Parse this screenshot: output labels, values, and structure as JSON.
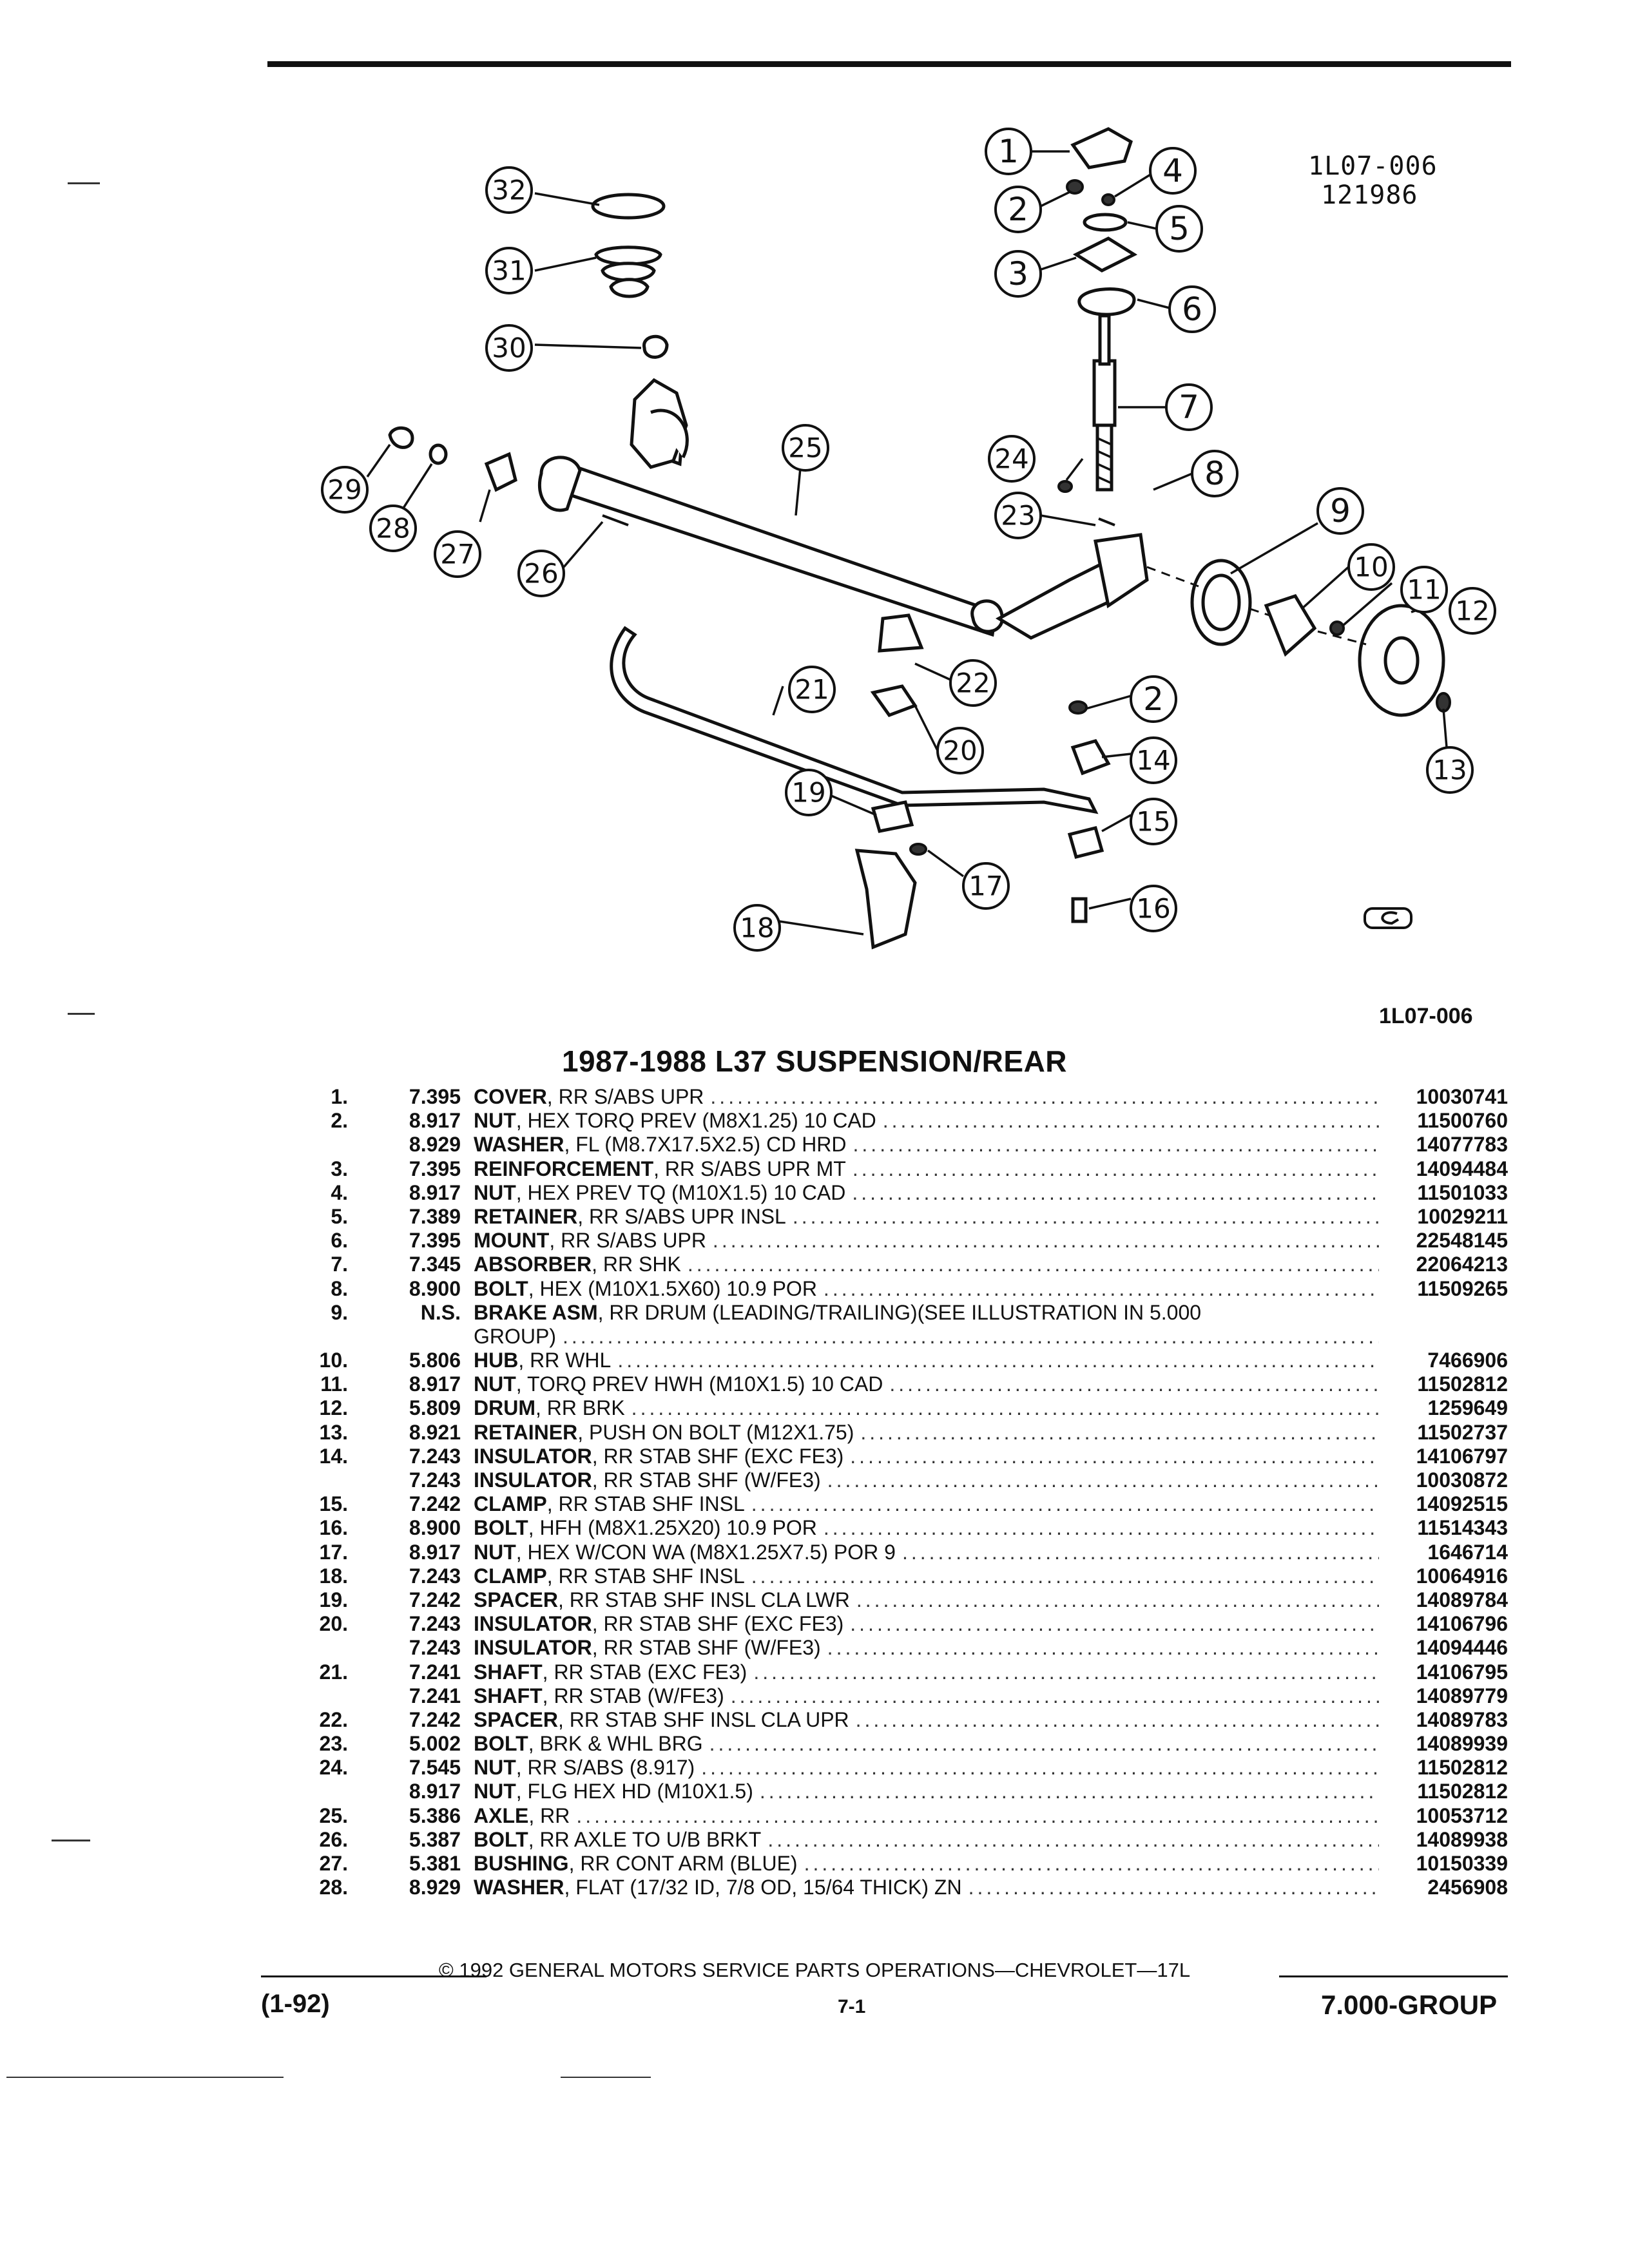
{
  "header": {
    "ref_line1": "1L07-006",
    "ref_line2": "121986",
    "ref_bottom": "1L07-006"
  },
  "diagram": {
    "callouts": [
      "1",
      "2",
      "3",
      "4",
      "5",
      "6",
      "7",
      "8",
      "9",
      "10",
      "11",
      "12",
      "13",
      "14",
      "15",
      "16",
      "17",
      "18",
      "19",
      "20",
      "21",
      "22",
      "23",
      "24",
      "25",
      "26",
      "27",
      "28",
      "29",
      "30",
      "31",
      "32"
    ],
    "second_2": "2"
  },
  "title": "1987-1988 L37 SUSPENSION/REAR",
  "parts": [
    {
      "item": "1.",
      "code": "7.395",
      "name": "COVER",
      "desc": ", RR S/ABS UPR",
      "part_no": "10030741"
    },
    {
      "item": "2.",
      "code": "8.917",
      "name": "NUT",
      "desc": ", HEX TORQ PREV (M8X1.25) 10 CAD",
      "part_no": "11500760"
    },
    {
      "item": "",
      "code": "8.929",
      "name": "WASHER",
      "desc": ", FL (M8.7X17.5X2.5) CD HRD",
      "part_no": "14077783"
    },
    {
      "item": "3.",
      "code": "7.395",
      "name": "REINFORCEMENT",
      "desc": ", RR S/ABS UPR MT",
      "part_no": "14094484"
    },
    {
      "item": "4.",
      "code": "8.917",
      "name": "NUT",
      "desc": ", HEX PREV TQ (M10X1.5) 10 CAD",
      "part_no": "11501033"
    },
    {
      "item": "5.",
      "code": "7.389",
      "name": "RETAINER",
      "desc": ", RR S/ABS UPR INSL",
      "part_no": "10029211"
    },
    {
      "item": "6.",
      "code": "7.395",
      "name": "MOUNT",
      "desc": ", RR S/ABS UPR",
      "part_no": "22548145"
    },
    {
      "item": "7.",
      "code": "7.345",
      "name": "ABSORBER",
      "desc": ", RR SHK",
      "part_no": "22064213"
    },
    {
      "item": "8.",
      "code": "8.900",
      "name": "BOLT",
      "desc": ", HEX (M10X1.5X60) 10.9 POR",
      "part_no": "11509265"
    },
    {
      "item": "9.",
      "code": "N.S.",
      "name": "BRAKE ASM",
      "desc": ", RR DRUM (LEADING/TRAILING)(SEE ILLUSTRATION IN 5.000",
      "part_no": "",
      "nodots": true
    },
    {
      "item": "",
      "code": "",
      "name": "",
      "desc": "GROUP)",
      "part_no": ""
    },
    {
      "item": "10.",
      "code": "5.806",
      "name": "HUB",
      "desc": ", RR WHL",
      "part_no": "7466906"
    },
    {
      "item": "11.",
      "code": "8.917",
      "name": "NUT",
      "desc": ", TORQ PREV HWH (M10X1.5) 10 CAD",
      "part_no": "11502812"
    },
    {
      "item": "12.",
      "code": "5.809",
      "name": "DRUM",
      "desc": ", RR BRK",
      "part_no": "1259649"
    },
    {
      "item": "13.",
      "code": "8.921",
      "name": "RETAINER",
      "desc": ", PUSH ON BOLT (M12X1.75)",
      "part_no": "11502737"
    },
    {
      "item": "14.",
      "code": "7.243",
      "name": "INSULATOR",
      "desc": ", RR STAB SHF (EXC FE3)",
      "part_no": "14106797"
    },
    {
      "item": "",
      "code": "7.243",
      "name": "INSULATOR",
      "desc": ", RR STAB SHF (W/FE3)",
      "part_no": "10030872"
    },
    {
      "item": "15.",
      "code": "7.242",
      "name": "CLAMP",
      "desc": ", RR STAB SHF INSL",
      "part_no": "14092515"
    },
    {
      "item": "16.",
      "code": "8.900",
      "name": "BOLT",
      "desc": ", HFH (M8X1.25X20) 10.9 POR",
      "part_no": "11514343"
    },
    {
      "item": "17.",
      "code": "8.917",
      "name": "NUT",
      "desc": ", HEX W/CON WA (M8X1.25X7.5) POR 9",
      "part_no": "1646714"
    },
    {
      "item": "18.",
      "code": "7.243",
      "name": "CLAMP",
      "desc": ", RR STAB SHF INSL",
      "part_no": "10064916"
    },
    {
      "item": "19.",
      "code": "7.242",
      "name": "SPACER",
      "desc": ", RR STAB SHF INSL CLA LWR",
      "part_no": "14089784"
    },
    {
      "item": "20.",
      "code": "7.243",
      "name": "INSULATOR",
      "desc": ", RR STAB SHF (EXC FE3)",
      "part_no": "14106796"
    },
    {
      "item": "",
      "code": "7.243",
      "name": "INSULATOR",
      "desc": ", RR STAB SHF (W/FE3)",
      "part_no": "14094446"
    },
    {
      "item": "21.",
      "code": "7.241",
      "name": "SHAFT",
      "desc": ", RR STAB (EXC FE3)",
      "part_no": "14106795"
    },
    {
      "item": "",
      "code": "7.241",
      "name": "SHAFT",
      "desc": ", RR STAB (W/FE3)",
      "part_no": "14089779"
    },
    {
      "item": "22.",
      "code": "7.242",
      "name": "SPACER",
      "desc": ", RR STAB SHF INSL CLA UPR",
      "part_no": "14089783"
    },
    {
      "item": "23.",
      "code": "5.002",
      "name": "BOLT",
      "desc": ", BRK & WHL BRG",
      "part_no": "14089939"
    },
    {
      "item": "24.",
      "code": "7.545",
      "name": "NUT",
      "desc": ", RR S/ABS (8.917)",
      "part_no": "11502812"
    },
    {
      "item": "",
      "code": "8.917",
      "name": "NUT",
      "desc": ", FLG HEX HD (M10X1.5)",
      "part_no": "11502812"
    },
    {
      "item": "25.",
      "code": "5.386",
      "name": "AXLE",
      "desc": ", RR",
      "part_no": "10053712"
    },
    {
      "item": "26.",
      "code": "5.387",
      "name": "BOLT",
      "desc": ", RR AXLE TO U/B BRKT",
      "part_no": "14089938"
    },
    {
      "item": "27.",
      "code": "5.381",
      "name": "BUSHING",
      "desc": ", RR CONT ARM (BLUE)",
      "part_no": "10150339"
    },
    {
      "item": "28.",
      "code": "8.929",
      "name": "WASHER",
      "desc": ", FLAT (17/32 ID, 7/8 OD, 15/64 THICK) ZN",
      "part_no": "2456908"
    }
  ],
  "footer": {
    "copyright": "© 1992 GENERAL MOTORS SERVICE PARTS OPERATIONS—CHEVROLET—17L",
    "date": "(1-92)",
    "page": "7-1",
    "group": "7.000-GROUP"
  }
}
